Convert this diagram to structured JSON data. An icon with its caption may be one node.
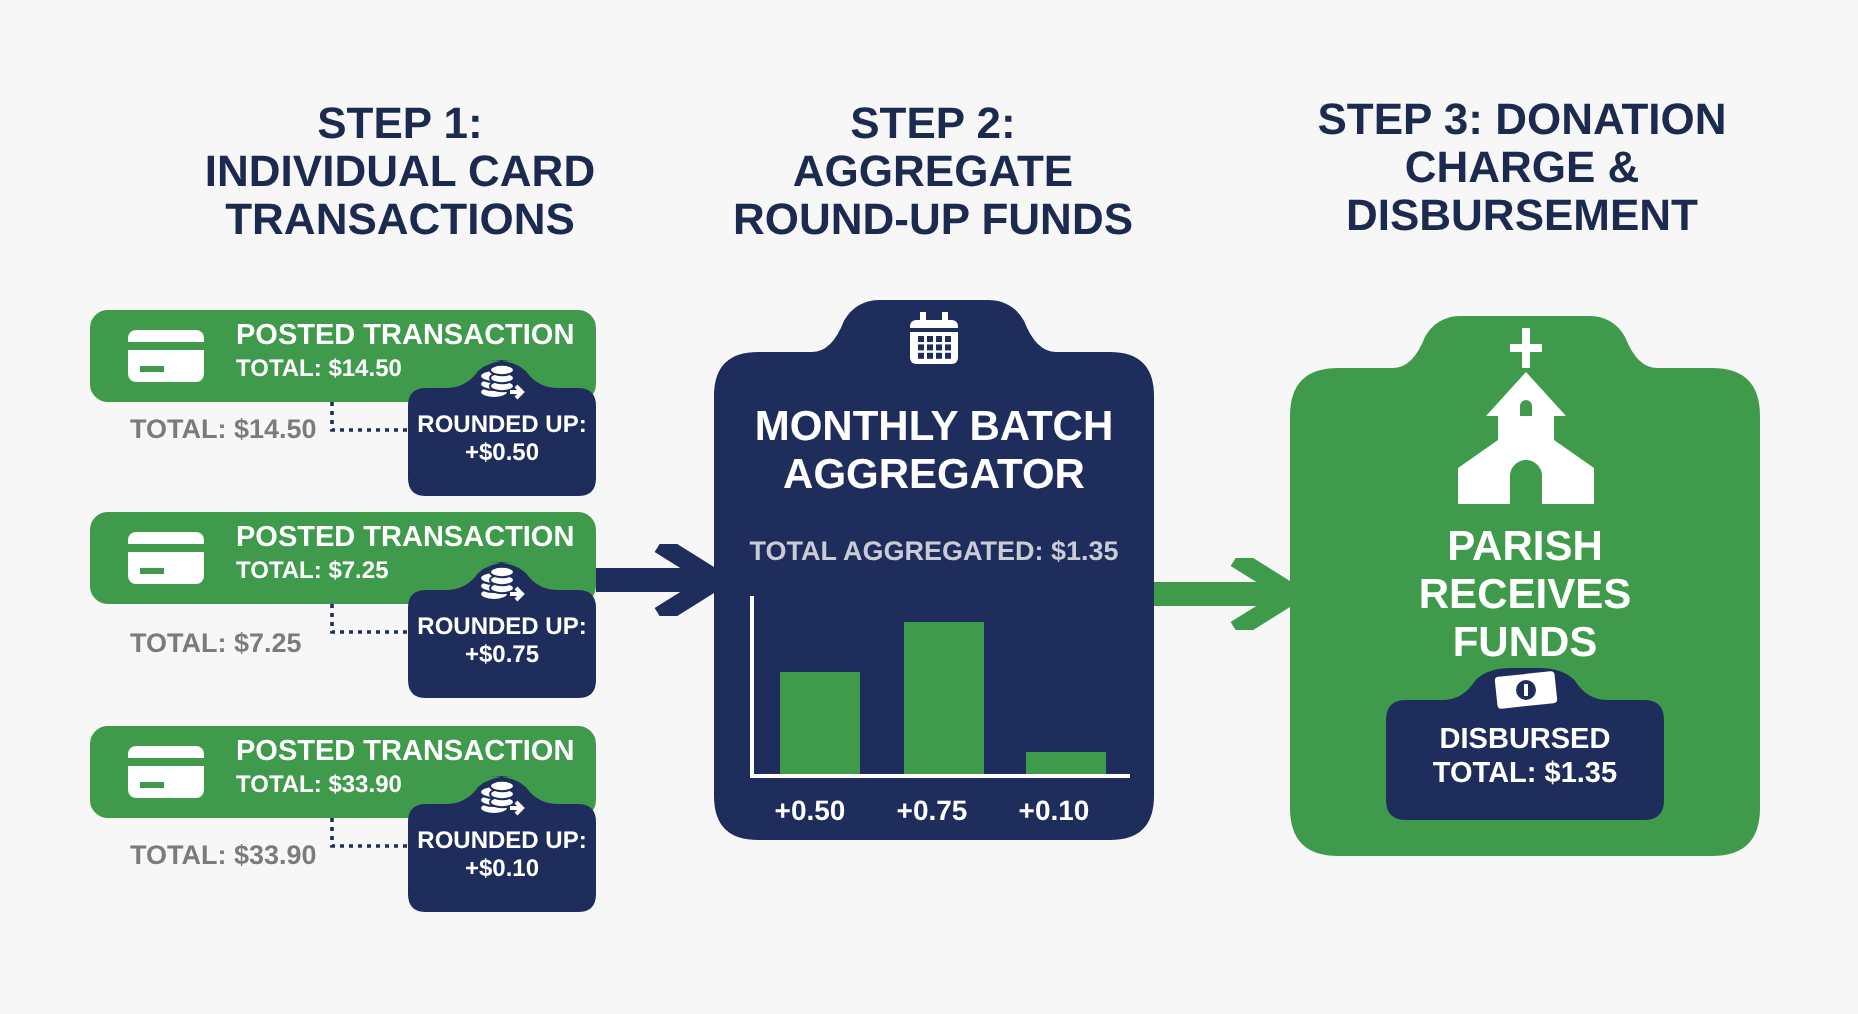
{
  "diagram": {
    "nodes": [
      {
        "text": [
          "POSTED TRANSACTION",
          "TOTAL: $14.50"
        ],
        "beside": [
          "TOTAL: $14.50"
        ]
      },
      {
        "text": [
          "ROUNDED UP: +$0.50"
        ]
      },
      {
        "text": [
          "POSTED TRANSACTION",
          "TOTAL: $7.25"
        ],
        "beside": [
          "TOTAL: $7.25"
        ]
      },
      {
        "text": [
          "ROUNDED UP: +$0.75"
        ]
      },
      {
        "text": [
          "POSTED TRANSACTION",
          "TOTAL: $33.90"
        ],
        "beside": [
          "TOTAL: $33.90"
        ]
      },
      {
        "text": [
          "ROUNDED UP: +$0.10"
        ]
      },
      {
        "text": [
          "MONTHLY BATCH AGGREGATOR",
          "TOTAL AGGREGATED: $1.35"
        ]
      },
      {
        "text": [
          "PARISH RECEIVES FUNDS"
        ]
      },
      {
        "text": [
          "DISBURSED TOTAL: $1.35"
        ],
        "in": 7
      }
    ],
    "edges": [
      {
        "from": 0,
        "to": 1,
        "arrow": "none",
        "style": "dashed"
      },
      {
        "from": 2,
        "to": 3,
        "arrow": "none",
        "style": "dashed"
      },
      {
        "from": 4,
        "to": 5,
        "arrow": "none",
        "style": "dashed"
      },
      {
        "from": 2,
        "to": 6,
        "arrow": "to",
        "style": "thick",
        "color": "#1f2d5c"
      },
      {
        "from": 6,
        "to": 7,
        "arrow": "to",
        "style": "thick",
        "color": "#3f9a4b"
      }
    ],
    "labels": [
      "STEP 1: INDIVIDUAL CARD TRANSACTIONS",
      "STEP 2: AGGREGATE ROUND-UP FUNDS",
      "STEP 3: DONATION CHARGE & DISBURSEMENT",
      "+0.50",
      "+0.75",
      "+0.10"
    ]
  }
}
